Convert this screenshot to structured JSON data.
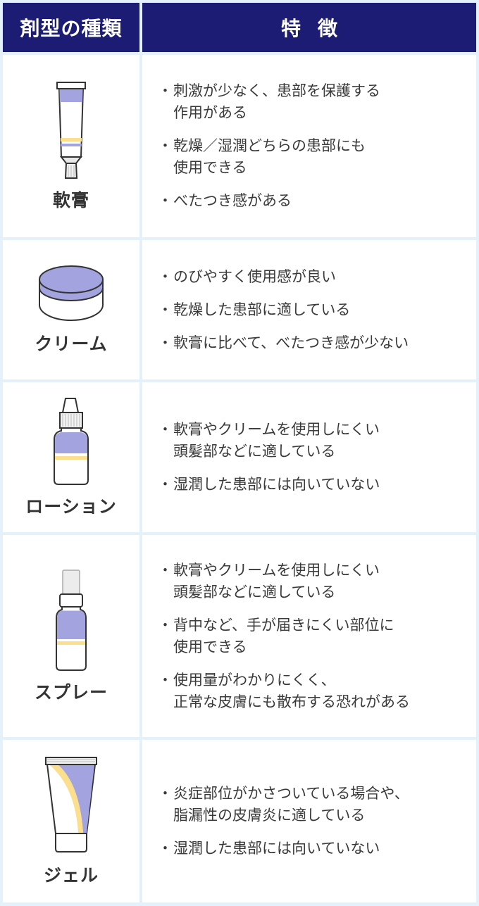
{
  "header": {
    "col1": "剤型の種類",
    "col2": "特徴"
  },
  "colors": {
    "header_bg": "#1c1c74",
    "border": "#e4f0fa",
    "purple": "#a3a3e0",
    "yellow": "#fbdf8c",
    "text": "#3a3a3a"
  },
  "rows": [
    {
      "type": "軟膏",
      "icon": "ointment-tube-icon",
      "features": [
        "刺激が少なく、患部を保護する\n作用がある",
        "乾燥／湿潤どちらの患部にも\n使用できる",
        "べたつき感がある"
      ]
    },
    {
      "type": "クリーム",
      "icon": "cream-jar-icon",
      "features": [
        "のびやすく使用感が良い",
        "乾燥した患部に適している",
        "軟膏に比べて、べたつき感が少ない"
      ]
    },
    {
      "type": "ローション",
      "icon": "lotion-bottle-icon",
      "features": [
        "軟膏やクリームを使用しにくい\n頭髪部などに適している",
        "湿潤した患部には向いていない"
      ]
    },
    {
      "type": "スプレー",
      "icon": "spray-bottle-icon",
      "features": [
        "軟膏やクリームを使用しにくい\n頭髪部などに適している",
        "背中など、手が届きにくい部位に\n使用できる",
        "使用量がわかりにくく、\n正常な皮膚にも散布する恐れがある"
      ]
    },
    {
      "type": "ジェル",
      "icon": "gel-tube-icon",
      "features": [
        "炎症部位がかさついている場合や、\n脂漏性の皮膚炎に適している",
        "湿潤した患部には向いていない"
      ]
    }
  ],
  "bullet": "・"
}
